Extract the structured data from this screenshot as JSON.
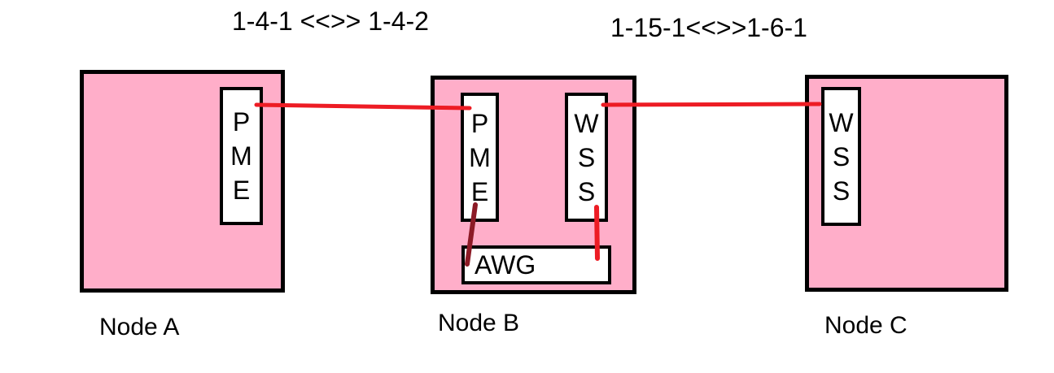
{
  "diagram": {
    "connection_labels": {
      "ab": "1-4-1 <<>> 1-4-2",
      "bc": "1-15-1<<>>1-6-1"
    },
    "nodes": {
      "a": {
        "label": "Node A",
        "cards": {
          "pme": "P\nM\nE"
        }
      },
      "b": {
        "label": "Node B",
        "cards": {
          "pme": "P\nM\nE",
          "wss": "W\nS\nS",
          "awg": "AWG"
        }
      },
      "c": {
        "label": "Node C",
        "cards": {
          "wss": "W\nS\nS"
        }
      }
    },
    "colors": {
      "node-fill": "#FFAEC9",
      "node-border": "#000000",
      "link-red": "#ED1C24",
      "link-darkred": "#8C1A26",
      "text": "#000000",
      "background": "#FFFFFF"
    }
  }
}
